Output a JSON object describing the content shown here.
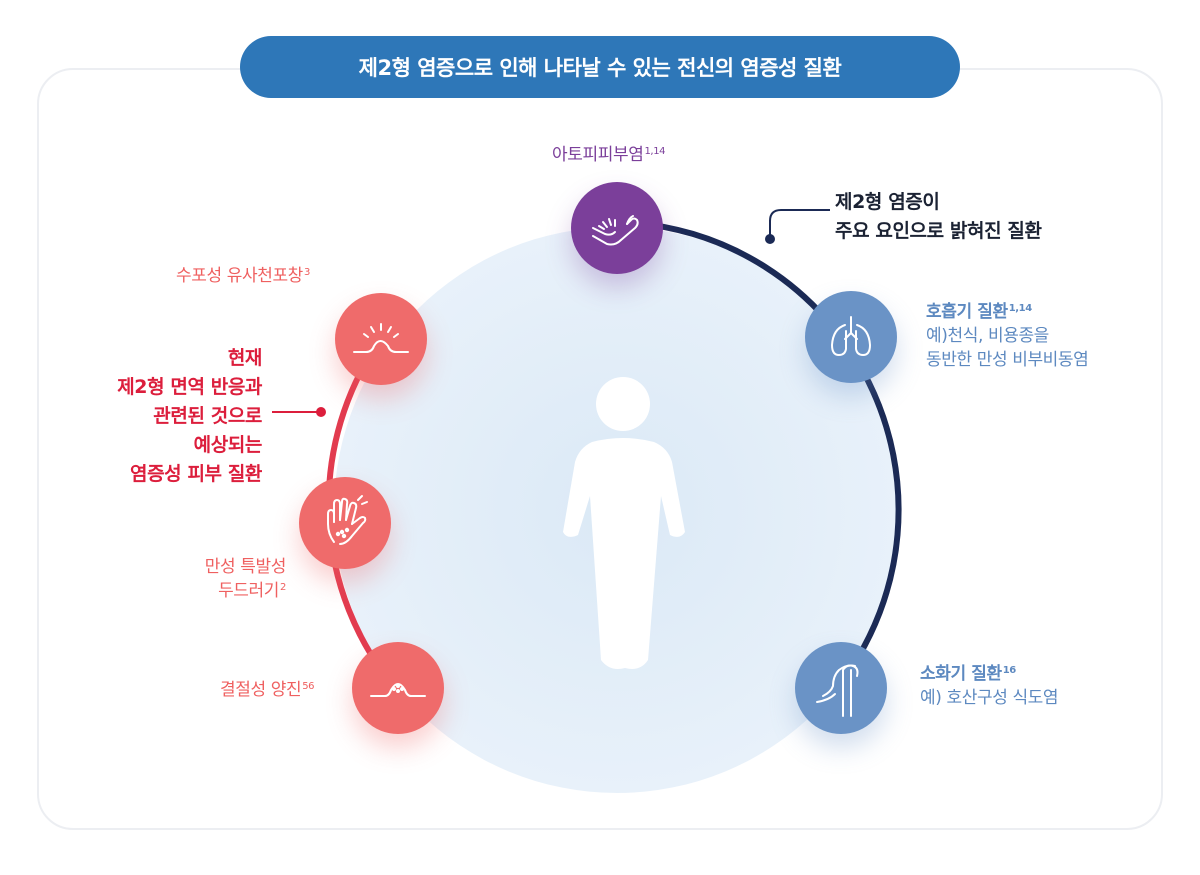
{
  "title": "제2형 염증으로 인해 나타날 수 있는 전신의 염증성 질환",
  "colors": {
    "title_bg": "#2e77b8",
    "purple": "#7b3f9a",
    "red": "#ef6b6b",
    "crimson": "#dc1e3c",
    "blue": "#6a93c6",
    "navy": "#1b2a55"
  },
  "type2_group": {
    "line1": "제2형 염증이",
    "line2": "주요 요인으로 밝혀진 질환"
  },
  "skin_group": {
    "lines": [
      "현재",
      "제2형 면역 반응과",
      "관련된 것으로",
      "예상되는",
      "염증성 피부 질환"
    ]
  },
  "nodes": {
    "atopic": {
      "label": "아토피피부염",
      "sup": "1,14",
      "icon": "arm-icon"
    },
    "urticaria": {
      "label": "수포성 유사천포창",
      "sup": "3",
      "icon": "blister-sun-icon"
    },
    "prurigo": {
      "line1": "만성 특발성",
      "line2": "두드러기",
      "sup": "2",
      "icon": "itchy-hand-icon"
    },
    "nodular": {
      "label": "결절성 양진",
      "sup": "56",
      "icon": "skin-nodule-icon"
    },
    "respiratory": {
      "label": "호흡기 질환",
      "sup": "1,14",
      "desc1": "예)천식, 비용종을",
      "desc2": "동반한 만성 비부비동염",
      "icon": "lungs-icon"
    },
    "digestive": {
      "label": "소화기 질환",
      "sup": "16",
      "desc": "예) 호산구성 식도염",
      "icon": "esophagus-icon"
    }
  },
  "center": {
    "icon": "person-icon"
  }
}
